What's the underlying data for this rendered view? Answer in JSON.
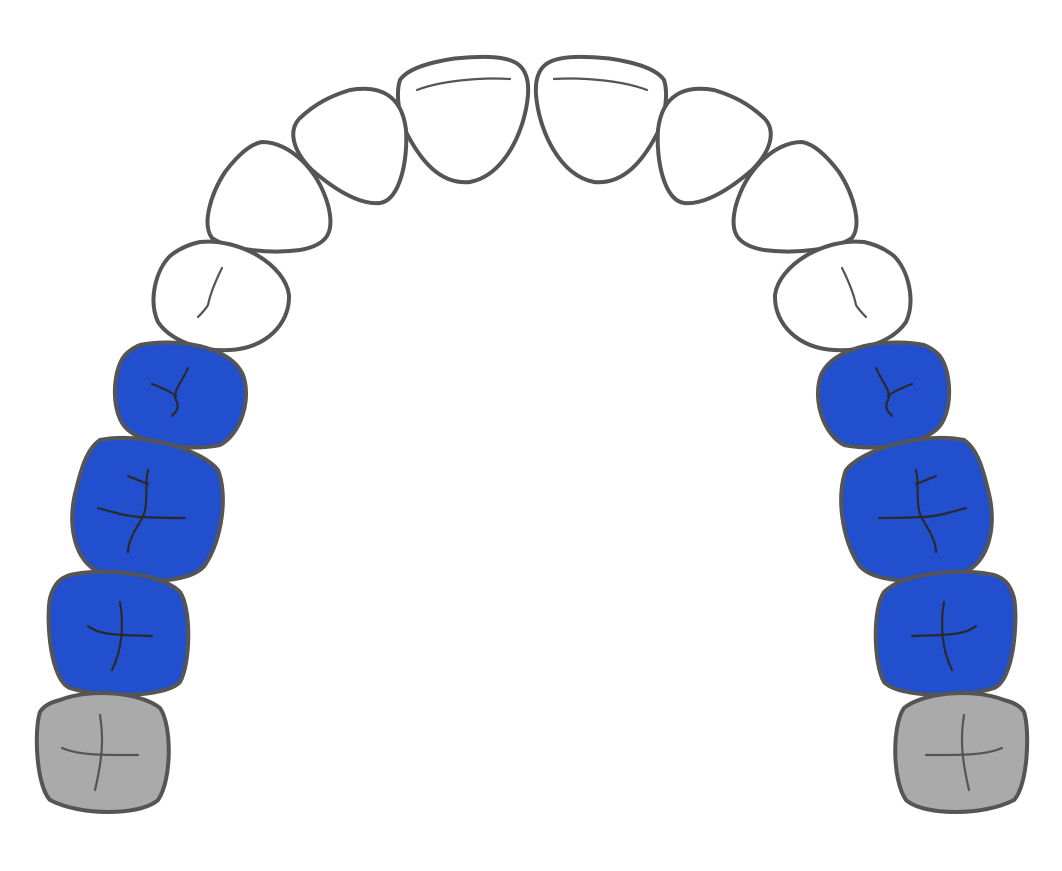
{
  "colors": {
    "selected": "#214fce",
    "missing": "#aaaaaa",
    "default": "#ffffff",
    "outline": "#555555",
    "fissure_dark": "#2a2a2a",
    "fissure_light": "#555555"
  },
  "arch": "upper",
  "teeth": {
    "left": [
      {
        "type": "central-incisor",
        "state": "default"
      },
      {
        "type": "lateral-incisor",
        "state": "default"
      },
      {
        "type": "canine",
        "state": "default"
      },
      {
        "type": "first-premolar",
        "state": "default"
      },
      {
        "type": "second-premolar",
        "state": "selected"
      },
      {
        "type": "first-molar",
        "state": "selected"
      },
      {
        "type": "second-molar",
        "state": "selected"
      },
      {
        "type": "third-molar",
        "state": "missing"
      }
    ],
    "right": [
      {
        "type": "central-incisor",
        "state": "default"
      },
      {
        "type": "lateral-incisor",
        "state": "default"
      },
      {
        "type": "canine",
        "state": "default"
      },
      {
        "type": "first-premolar",
        "state": "default"
      },
      {
        "type": "second-premolar",
        "state": "selected"
      },
      {
        "type": "first-molar",
        "state": "selected"
      },
      {
        "type": "second-molar",
        "state": "selected"
      },
      {
        "type": "third-molar",
        "state": "missing"
      }
    ]
  }
}
